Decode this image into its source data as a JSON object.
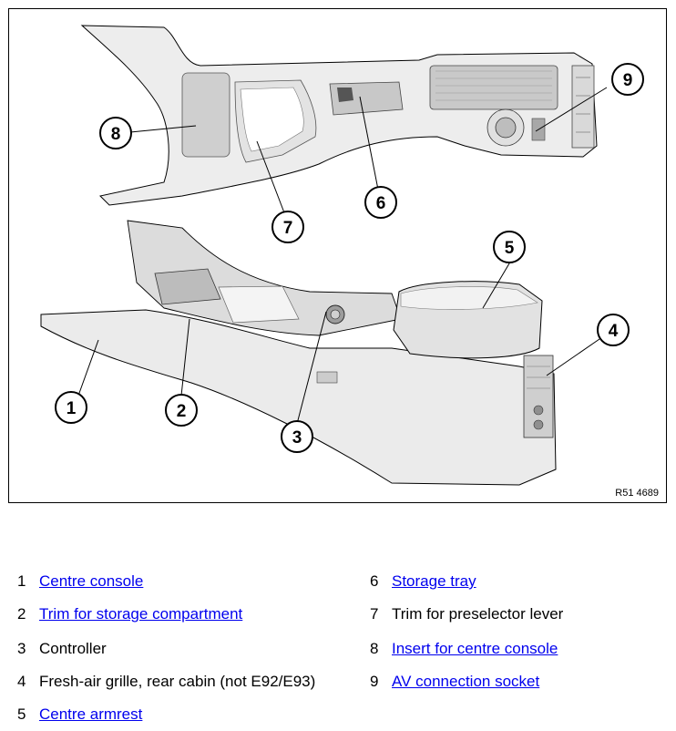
{
  "figure": {
    "ref_code": "R51 4689",
    "callouts": [
      "1",
      "2",
      "3",
      "4",
      "5",
      "6",
      "7",
      "8",
      "9"
    ]
  },
  "legend": {
    "left": [
      {
        "num": "1",
        "text": "Centre console",
        "link": true
      },
      {
        "num": "2",
        "text": "Trim for storage compartment",
        "link": true
      },
      {
        "num": "3",
        "text": "Controller",
        "link": false
      },
      {
        "num": "4",
        "text": "Fresh-air grille, rear cabin (not E92/E93)",
        "link": false
      },
      {
        "num": "5",
        "text": "Centre armrest",
        "link": true
      }
    ],
    "right": [
      {
        "num": "6",
        "text": "Storage tray",
        "link": true
      },
      {
        "num": "7",
        "text": "Trim for preselector lever",
        "link": false
      },
      {
        "num": "8",
        "text": "Insert for centre console",
        "link": true
      },
      {
        "num": "9",
        "text": "AV connection socket",
        "link": true
      }
    ]
  },
  "colors": {
    "link": "#0000ee",
    "line": "#000000",
    "part_light": "#ececec",
    "part_mid": "#d4d4d4",
    "part_dark": "#b8b8b8"
  }
}
